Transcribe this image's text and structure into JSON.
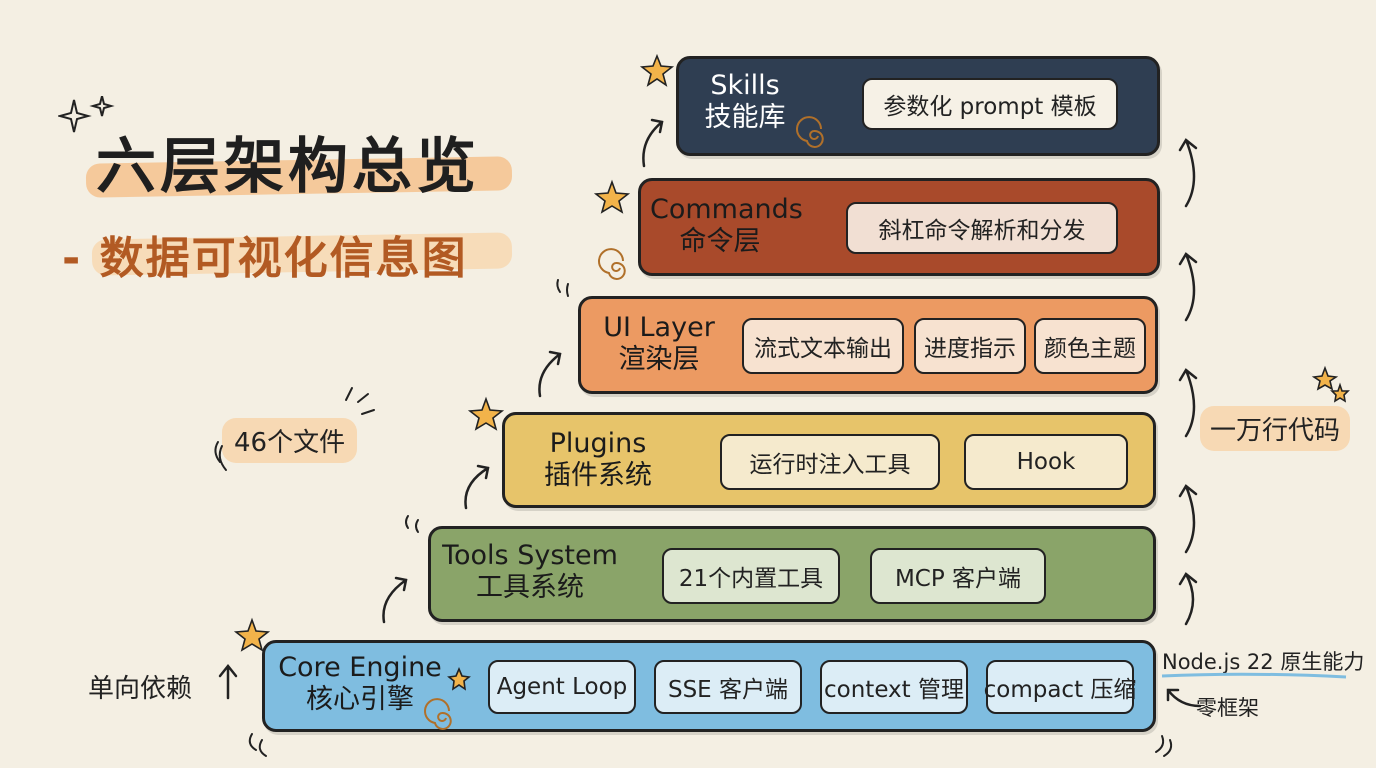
{
  "title": {
    "main": "六层架构总览",
    "sub": "- 数据可视化信息图"
  },
  "layers": [
    {
      "en": "Skills",
      "zh": "技能库",
      "color": "#2f3e52",
      "text_color": "#ffffff",
      "pill_color": "#f6f1e6",
      "items": [
        "参数化 prompt 模板"
      ]
    },
    {
      "en": "Commands",
      "zh": "命令层",
      "color": "#a94a2b",
      "text_color": "#1b1b1b",
      "pill_color": "#f1dfd3",
      "items": [
        "斜杠命令解析和分发"
      ]
    },
    {
      "en": "UI Layer",
      "zh": "渲染层",
      "color": "#ec9a62",
      "text_color": "#1b1b1b",
      "pill_color": "#f7e2d0",
      "items": [
        "流式文本输出",
        "进度指示",
        "颜色主题"
      ]
    },
    {
      "en": "Plugins",
      "zh": "插件系统",
      "color": "#e7c46a",
      "text_color": "#1b1b1b",
      "pill_color": "#f5eacd",
      "items": [
        "运行时注入工具",
        "Hook"
      ]
    },
    {
      "en": "Tools System",
      "zh": "工具系统",
      "color": "#8aa469",
      "text_color": "#1b1b1b",
      "pill_color": "#dde6d0",
      "items": [
        "21个内置工具",
        "MCP 客户端"
      ]
    },
    {
      "en": "Core Engine",
      "zh": "核心引擎",
      "color": "#7fbde0",
      "text_color": "#1b1b1b",
      "pill_color": "#dcedf6",
      "items": [
        "Agent Loop",
        "SSE 客户端",
        "context 管理",
        "compact 压缩"
      ]
    }
  ],
  "annotations": {
    "files": "46个文件",
    "lines": "一万行代码",
    "runtime": "Node.js 22 原生能力",
    "framework": "零框架",
    "dependency": "单向依赖"
  },
  "icons": [
    "star-icon",
    "spiral-icon",
    "up-arrow-icon",
    "motion-lines-icon"
  ]
}
